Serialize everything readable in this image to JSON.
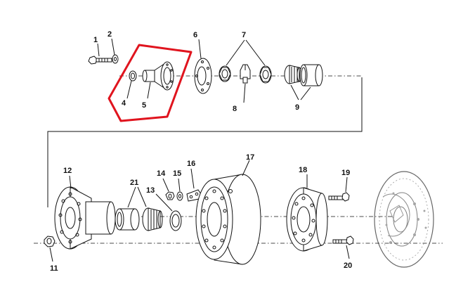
{
  "diagram": {
    "callouts": [
      {
        "id": "c1",
        "text": "1"
      },
      {
        "id": "c2",
        "text": "2"
      },
      {
        "id": "c4",
        "text": "4"
      },
      {
        "id": "c5",
        "text": "5"
      },
      {
        "id": "c6",
        "text": "6"
      },
      {
        "id": "c7",
        "text": "7"
      },
      {
        "id": "c8",
        "text": "8"
      },
      {
        "id": "c9",
        "text": "9"
      },
      {
        "id": "c11",
        "text": "11"
      },
      {
        "id": "c12",
        "text": "12"
      },
      {
        "id": "c13",
        "text": "13"
      },
      {
        "id": "c14",
        "text": "14"
      },
      {
        "id": "c15",
        "text": "15"
      },
      {
        "id": "c16",
        "text": "16"
      },
      {
        "id": "c17",
        "text": "17"
      },
      {
        "id": "c18",
        "text": "18"
      },
      {
        "id": "c19",
        "text": "19"
      },
      {
        "id": "c20",
        "text": "20"
      },
      {
        "id": "c21",
        "text": "21"
      }
    ],
    "highlight_color": "#e0141e",
    "line_color": "#111111"
  }
}
